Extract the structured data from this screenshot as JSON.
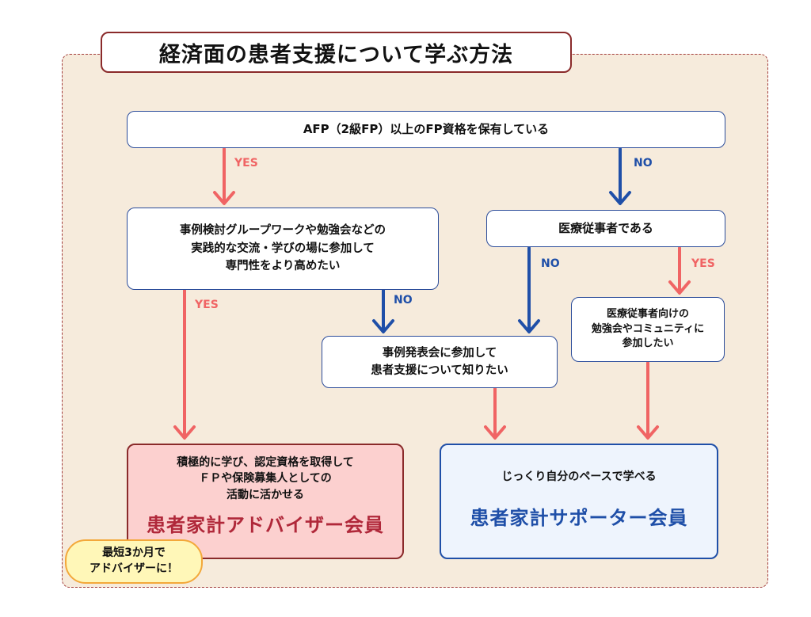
{
  "title": "経済面の患者支援について学ぶ方法",
  "nodes": {
    "afp_question": "AFP（2級FP）以上のFP資格を保有している",
    "casework_question": "事例検討グループワークや勉強会などの\n実践的な交流・学びの場に参加して\n専門性をより高めたい",
    "medical_question": "医療従事者である",
    "case_presentation": "事例発表会に参加して\n患者支援について知りたい",
    "medical_study": "医療従事者向けの\n勉強会やコミュニティに\n参加したい"
  },
  "labels": {
    "yes": "YES",
    "no": "NO"
  },
  "results": {
    "advisor": {
      "description": "積極的に学び、認定資格を取得して\nＦＰや保険募集人としての\n活動に活かせる",
      "name": "患者家計アドバイザー会員"
    },
    "supporter": {
      "description": "じっくり自分のペースで学べる",
      "name": "患者家計サポーター会員"
    }
  },
  "badge": "最短3か月で\nアドバイザーに！",
  "colors": {
    "yes_arrow": "#f06464",
    "no_arrow": "#1f4fa8",
    "frame_bg": "#f6ebdc",
    "advisor_bg": "#fcd0cf",
    "supporter_bg": "#eef4fd",
    "badge_bg": "#fff7b8"
  }
}
